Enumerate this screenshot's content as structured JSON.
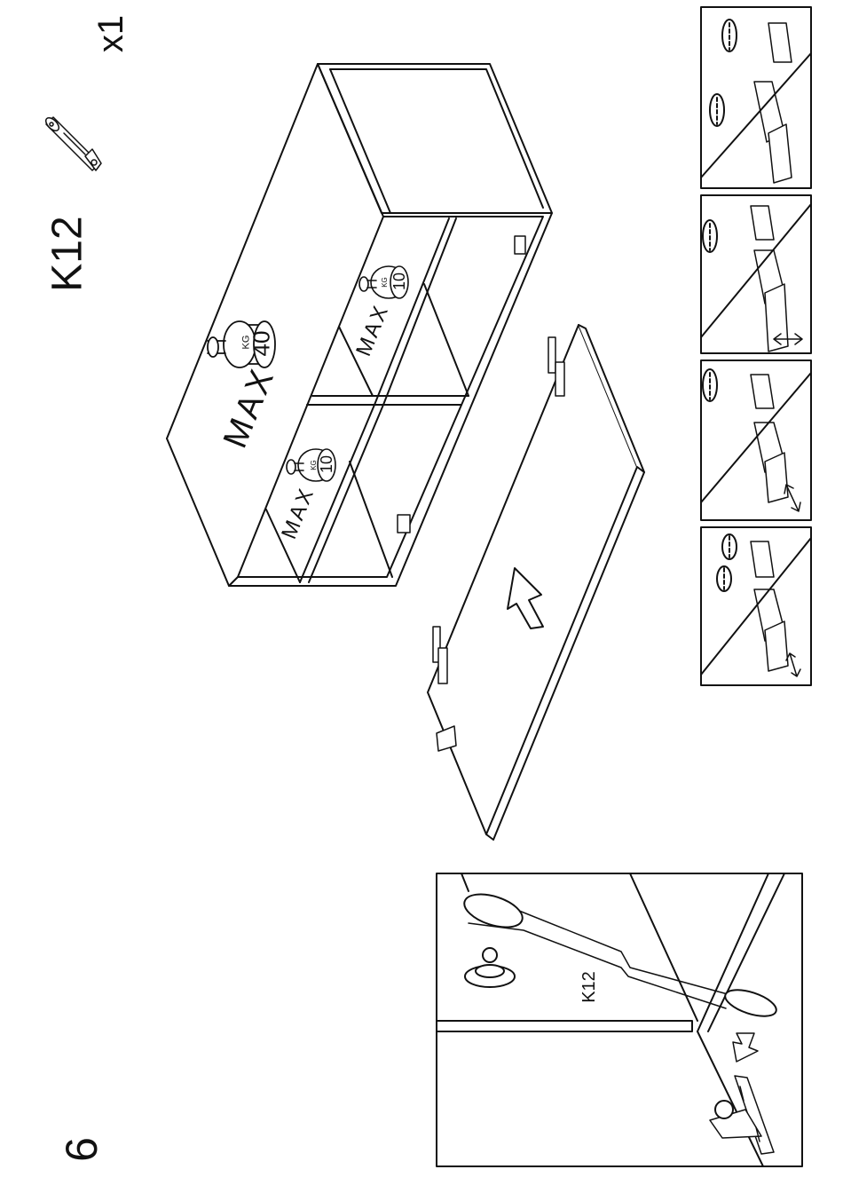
{
  "step": {
    "number": "6"
  },
  "part": {
    "code": "K12",
    "quantity": "x1"
  },
  "cabinet": {
    "load_limits": [
      {
        "label": "MAX",
        "unit": "KG",
        "value": "40"
      },
      {
        "label": "MAX",
        "unit": "KG",
        "value": "10"
      },
      {
        "label": "MAX",
        "unit": "KG",
        "value": "10"
      }
    ]
  },
  "detail": {
    "part_label": "K12"
  },
  "icons": [
    "gas-strut-icon",
    "direction-arrow-icon",
    "hinge-adjust-icon"
  ]
}
